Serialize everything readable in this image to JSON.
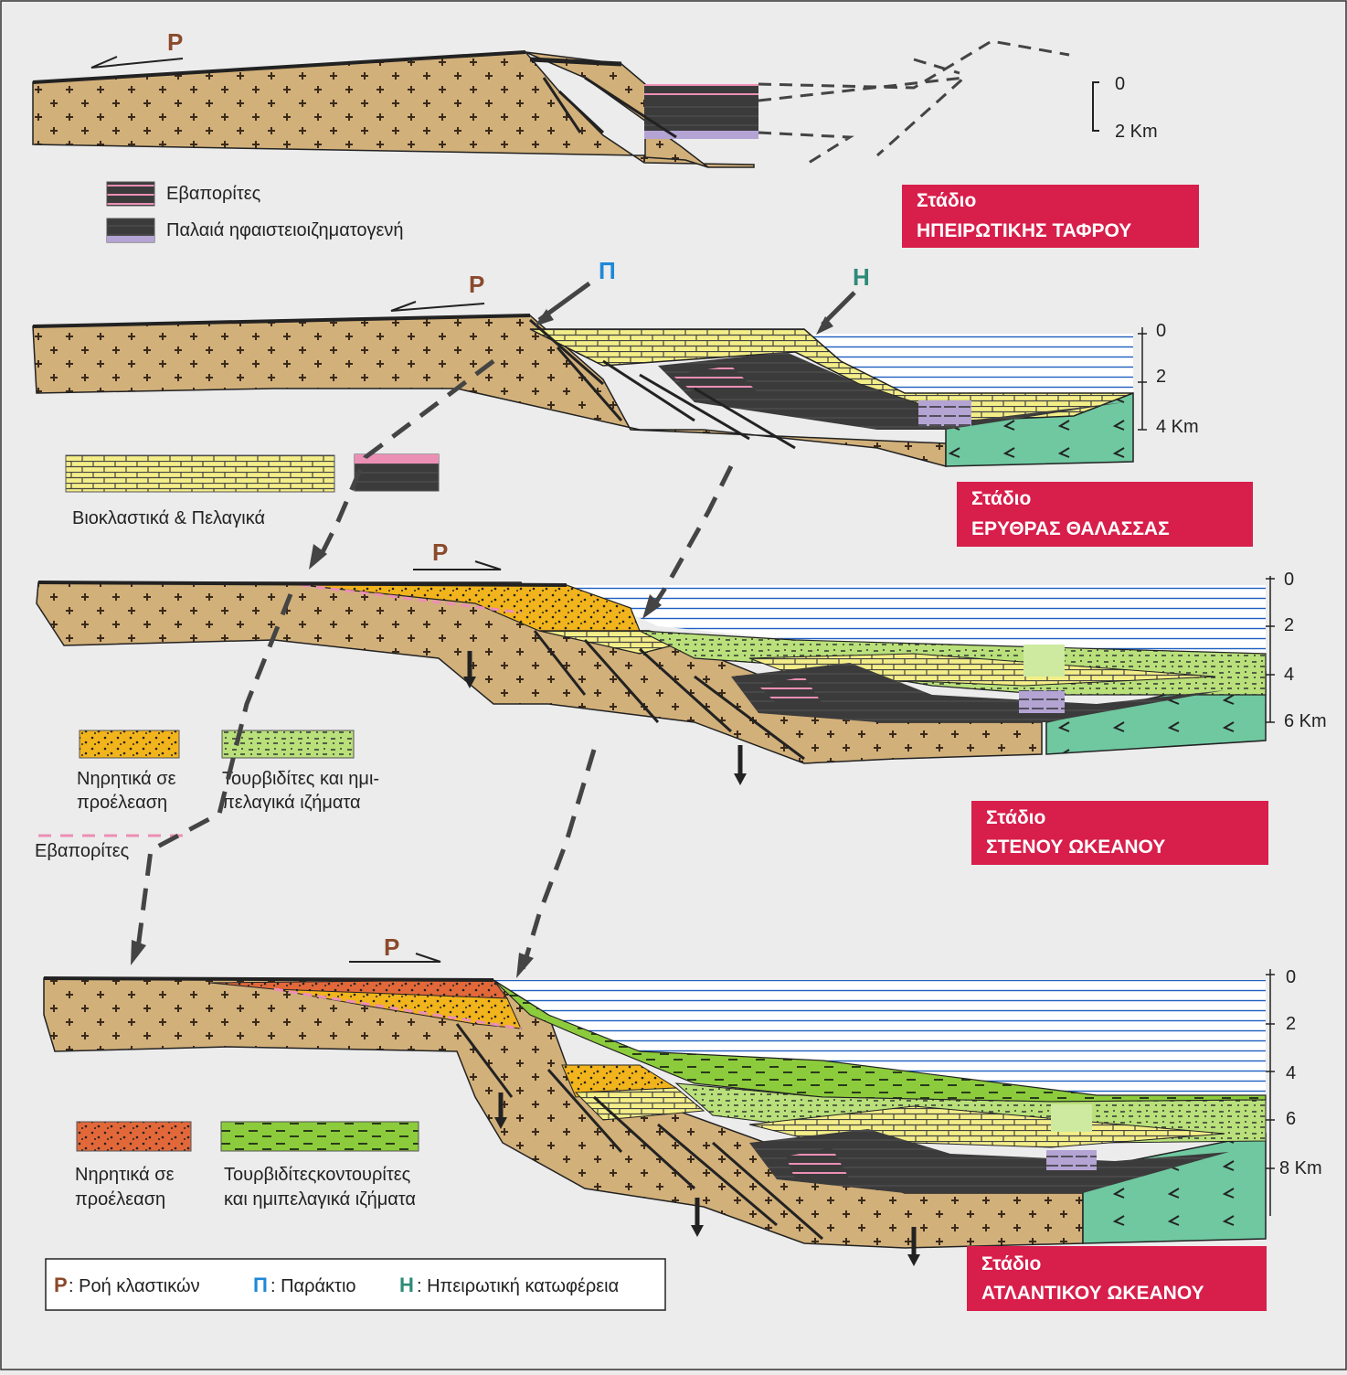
{
  "colors": {
    "background": "#ececec",
    "crust": "#d2b07a",
    "cross": "#3a2a1a",
    "evaporite_pink": "#ec8fb5",
    "volcanic_purple": "#b3a4d4",
    "black_sediment": "#3b3b3b",
    "bioclastic_yellow": "#f4ee88",
    "neritic_orange": "#f2b41c",
    "neritic_red": "#e2683a",
    "turbidite_lightgreen": "#b9e07a",
    "contourite_green": "#8ccc3c",
    "oceanic_crust": "#6fc8a0",
    "water_line": "#1e5fc0",
    "stage_box": "#d81e4b",
    "P_color": "#8b4a2b",
    "Pi_color": "#1e88d8",
    "H_color": "#2e8a78"
  },
  "scale_bar": {
    "top": "0",
    "bottom": "2  Km"
  },
  "stages": [
    {
      "label": "Στάδιο",
      "name": "ΗΠΕΙΡΩΤΙΚΗΣ ΤΑΦΡΟΥ"
    },
    {
      "label": "Στάδιο",
      "name": "ΕΡΥΘΡΑΣ ΘΑΛΑΣΣΑΣ"
    },
    {
      "label": "Στάδιο",
      "name": "ΣΤΕΝΟΥ ΩΚΕΑΝΟΥ"
    },
    {
      "label": "Στάδιο",
      "name": "ΑΤΛΑΝΤΙΚΟΥ ΩΚΕΑΝΟΥ"
    }
  ],
  "depth_scales": [
    [
      "0",
      "2",
      "4 Km"
    ],
    [
      "0",
      "2",
      "4",
      "6 Km"
    ],
    [
      "0",
      "2",
      "4",
      "6",
      "8 Km"
    ]
  ],
  "letters": {
    "P": "Ρ",
    "Pi": "Π",
    "H": "Η"
  },
  "legends": {
    "evaporites": "Εβαπορίτες",
    "volcanic": "Παλαιά ηφαιστειοιζηματογενή",
    "bioclastic": "Βιοκλαστικά & Πελαγικά",
    "neritic_1": "Νηρητικά σε",
    "neritic_2": "προέλεαση",
    "turbidites_1": "Τουρβιδίτες και ημι-",
    "turbidites_2": "πελαγικά ιζήματα",
    "evaporites_dash": "Εβαπορίτες",
    "neritic_b_1": "Νηρητικά σε",
    "neritic_b_2": "προέλεαση",
    "contourites_1": "Τουρβιδίτεςκοντουρίτες",
    "contourites_2": "και ημιπελαγικά ιζήματα"
  },
  "key": {
    "P_letter": "Ρ",
    "P_text": ": Ροή κλαστικών",
    "Pi_letter": "Π",
    "Pi_text": ": Παράκτιο",
    "H_letter": "Η",
    "H_text": ": Ηπειρωτική κατωφέρεια"
  }
}
